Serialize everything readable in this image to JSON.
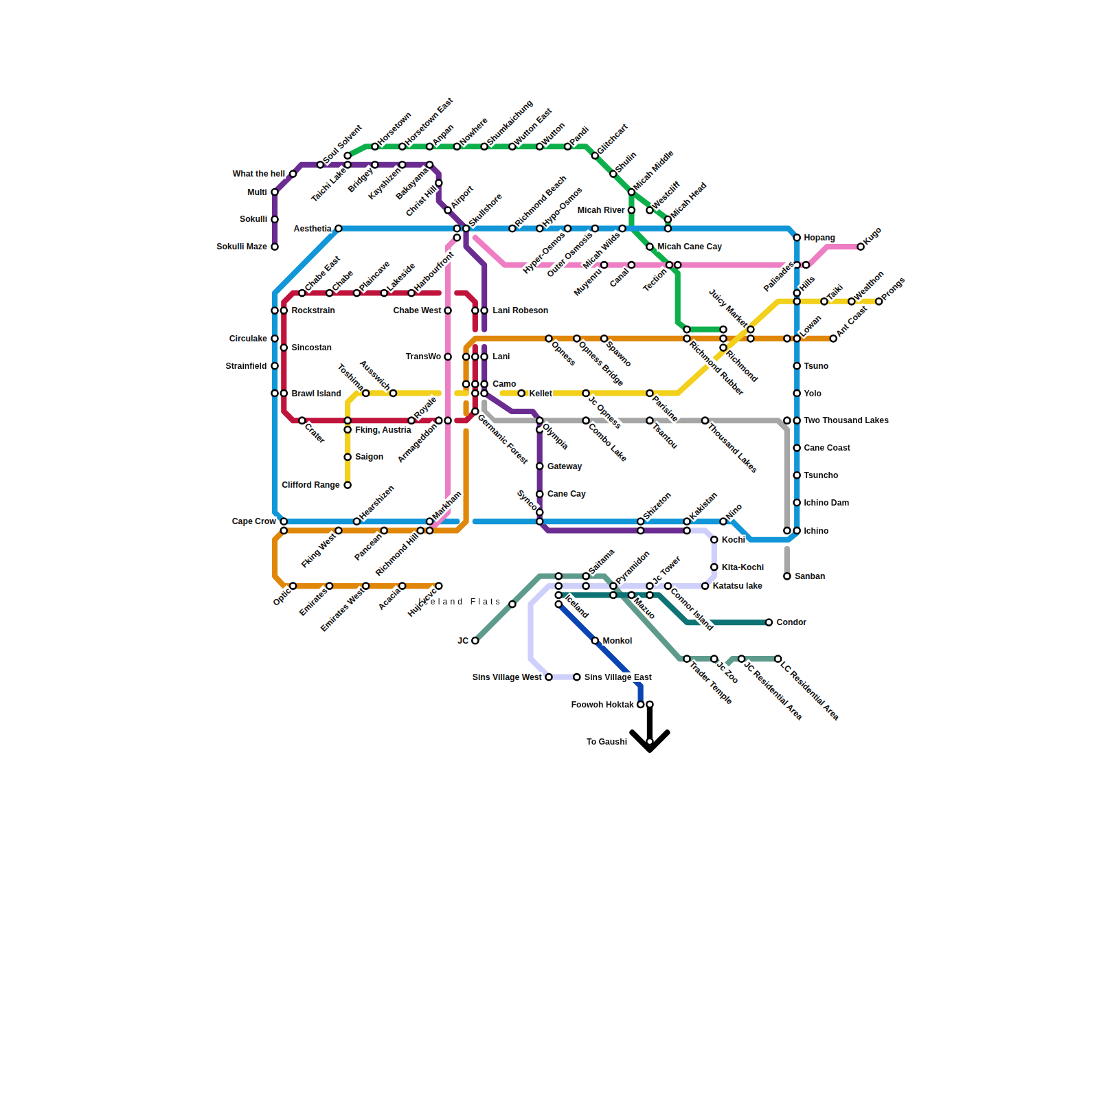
{
  "diagram": {
    "labels": [
      "Soul Solvent",
      "Horsetown",
      "Horsetown East",
      "Anpan",
      "Nowhere",
      "Shumkaichung",
      "Wutton East",
      "Wutton",
      "Pandi",
      "Glitchcart",
      "Shulin",
      "Micah Middle",
      "Westcliff",
      "Micah Head",
      "What the hell",
      "Multi",
      "Sokulli",
      "Sokulli Maze",
      "Taichi Lake",
      "Bridgey",
      "Kayshizen",
      "Bakayama",
      "Christ Hill",
      "Airport",
      "Skullshore",
      "Richmond Beach",
      "Hypo-Osmos",
      "Micah River",
      "Micah Cane Cay",
      "Aesthetia",
      "Hyper-Osmos",
      "Outer Osmosis",
      "Micah Wilds",
      "Muyenru",
      "Canal",
      "Tection",
      "Hopang",
      "Kugo",
      "Palisades",
      "Harbourfront",
      "Lakeside",
      "Plaincave",
      "Chabe",
      "Chabe East",
      "Rockstrain",
      "Chabe West",
      "Lani Robeson",
      "Circulake",
      "Sincostan",
      "Strainfield",
      "TransWo",
      "Lani",
      "Camo",
      "Kellet",
      "Toshima",
      "Ausswich",
      "Brawl Island",
      "Crater",
      "Fking, Austria",
      "Royale",
      "Armageddon",
      "Germanic Forest",
      "Olympia",
      "Combo Lake",
      "Tsantou",
      "Thousand Lakes",
      "Jc Opness",
      "Parisine",
      "Opness",
      "Opness Bridge",
      "Spawno",
      "Richmond Rubber",
      "Richmond",
      "Juicy Market",
      "Hills",
      "Taiki",
      "Wealthon",
      "Prongs",
      "Lowan",
      "Ant Coast",
      "Tsuno",
      "Yolo",
      "Two Thousand Lakes",
      "Cane Coast",
      "Tsuncho",
      "Ichino Dam",
      "Ichino",
      "Sanban",
      "Saigon",
      "Clifford Range",
      "Gateway",
      "Cane Cay",
      "Synco",
      "Cape Crow",
      "Hearshizen",
      "Markham",
      "Shizeton",
      "Kakistan",
      "Nino",
      "Kochi",
      "Kita-Kochi",
      "Katatsu lake",
      "Fking West",
      "Pancean",
      "Richmond Hill",
      "Optic",
      "Emirates",
      "Emirates West",
      "Acacia",
      "Hujcvcvc",
      "Iceland Flats",
      "JC",
      "Saitama",
      "Iceland",
      "Pyramidon",
      "Jc Tower",
      "Mazuo",
      "Connor Island",
      "Condor",
      "Monkol",
      "Sins Village West",
      "Sins Village East",
      "Foowoh Hoktak",
      "To Gaushi",
      "Trader Temple",
      "Jc Zoo",
      "JC Residential Area",
      "LC Residential Area"
    ]
  }
}
